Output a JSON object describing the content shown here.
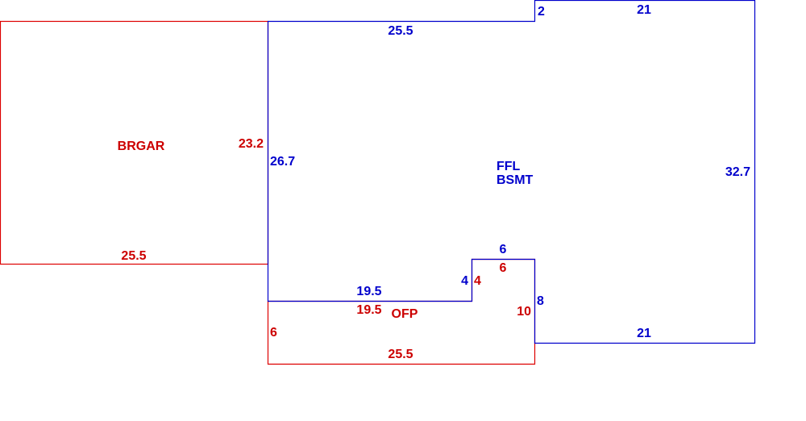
{
  "colors": {
    "blue": "#0000cc",
    "red": "#cc0000"
  },
  "areas": {
    "brgar": {
      "name": "BRGAR",
      "dims": {
        "bottom": "25.5",
        "right": "23.2"
      }
    },
    "main": {
      "name_line1": "FFL",
      "name_line2": "BSMT",
      "dims": {
        "top_left": "25.5",
        "top_step": "2",
        "top_right": "21",
        "left": "26.7",
        "right": "32.7",
        "bottom_right": "21",
        "notch_right": "8",
        "notch_top": "6",
        "notch_left": "4",
        "bottom_left": "19.5"
      }
    },
    "ofp": {
      "name": "OFP",
      "dims": {
        "top_left": "19.5",
        "left": "6",
        "bottom": "25.5",
        "right": "10",
        "notch_left": "4",
        "notch_top": "6"
      }
    }
  }
}
